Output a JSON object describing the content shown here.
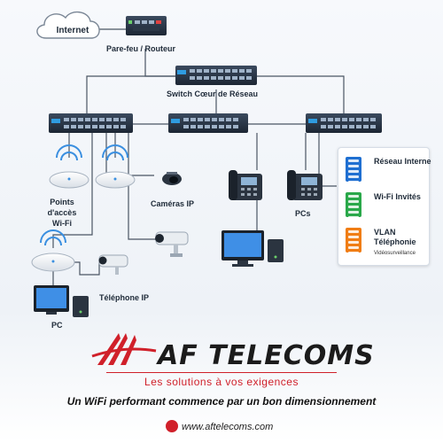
{
  "nodes": {
    "internet": "Internet",
    "firewall": "Pare-feu / Routeur",
    "core_switch": "Switch Cœur de Réseau",
    "access_points": "Points d'accès\nWi-Fi",
    "ip_cameras": "Caméras IP",
    "pcs": "PCs",
    "ip_phone": "Téléphone IP",
    "pc": "PC"
  },
  "legend": {
    "items": [
      {
        "label": "Réseau Interne",
        "color": "#1f6fd1"
      },
      {
        "label": "Wi-Fi Invités",
        "color": "#2aa84a"
      },
      {
        "label": "VLAN Téléphonie",
        "sublabel": "Vidéosurveillance",
        "color": "#f07d14"
      }
    ]
  },
  "brand": {
    "name": "AF TELECOMS",
    "slogan": "Les solutions à vos exigences",
    "tagline": "Un WiFi performant commence par un bon dimensionnement",
    "website": "www.aftelecoms.com",
    "colors": {
      "primary": "#d0202a",
      "dark": "#1b1b1b"
    }
  }
}
